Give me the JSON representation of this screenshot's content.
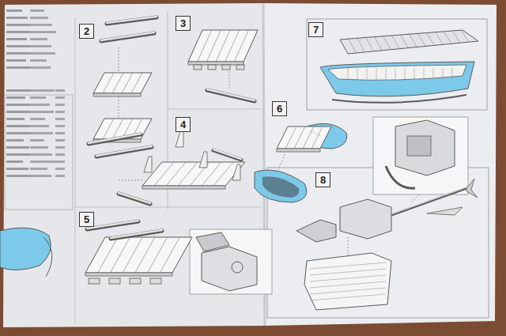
{
  "diagram": {
    "nodes": [
      {
        "text": [
          "2"
        ]
      },
      {
        "text": [
          "3"
        ]
      },
      {
        "text": [
          "4"
        ]
      },
      {
        "text": [
          "5"
        ]
      },
      {
        "text": [
          "6"
        ]
      },
      {
        "text": [
          "7"
        ]
      },
      {
        "text": [
          "8"
        ]
      }
    ]
  }
}
